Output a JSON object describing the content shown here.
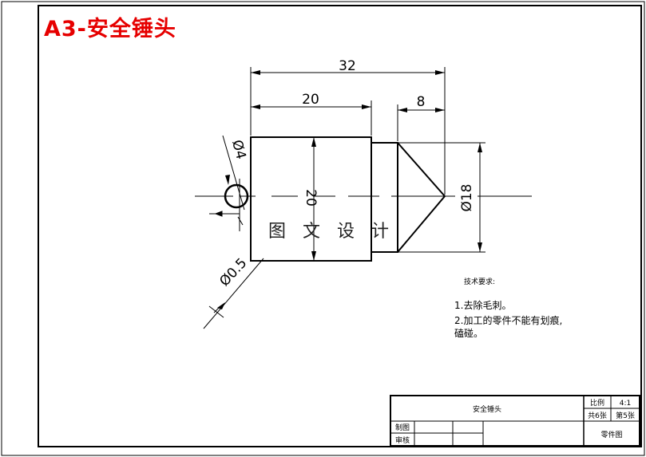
{
  "title": "A3-安全锤头",
  "watermark": "图 文 设 计",
  "dimensions": {
    "overall_length": "32",
    "body_length": "20",
    "tip_length": "8",
    "body_height": "20",
    "tip_diameter": "Ø18",
    "hole_diameter": "Ø4",
    "chamfer": "Ø0.5"
  },
  "notes": {
    "heading": "技术要求:",
    "item1": "1.去除毛刺。",
    "item2": "2.加工的零件不能有划痕,",
    "item2_cont": "磕碰。"
  },
  "title_block": {
    "part_name": "安全锤头",
    "scale_label": "比例",
    "scale_value": "4:1",
    "total_sheets": "共6张",
    "sheet_no": "第5张",
    "drawn_by": "制图",
    "checked_by": "审核",
    "drawing_type": "零件图"
  }
}
